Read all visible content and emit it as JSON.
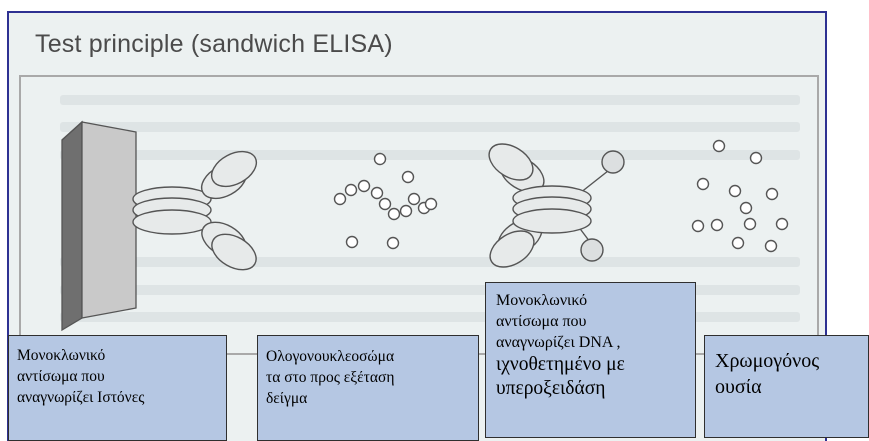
{
  "title": "Test principle (sandwich ELISA)",
  "callouts": {
    "monoclonal_histones": [
      "Μονοκλωνικό",
      "αντίσωμα που",
      "αναγνωρίζει Ιστόνες"
    ],
    "oligonucleosomes": [
      "Ολογονουκλεοσώμα",
      "τα στο προς εξέταση",
      "δείγμα"
    ],
    "monoclonal_dna": {
      "small": [
        "Μονοκλωνικό",
        "αντίσωμα που",
        "αναγνωρίζει DNA ,"
      ],
      "large": [
        "ιχνοθετημένο με",
        "υπεροξειδάση"
      ]
    },
    "chromogen": [
      "Χρωμογόνος",
      "ουσία"
    ]
  },
  "colors": {
    "frame_border": "#2e3192",
    "panel_background": "#ecf1f1",
    "callout_fill": "#b5c7e3",
    "illustration_stroke": "#555555"
  }
}
